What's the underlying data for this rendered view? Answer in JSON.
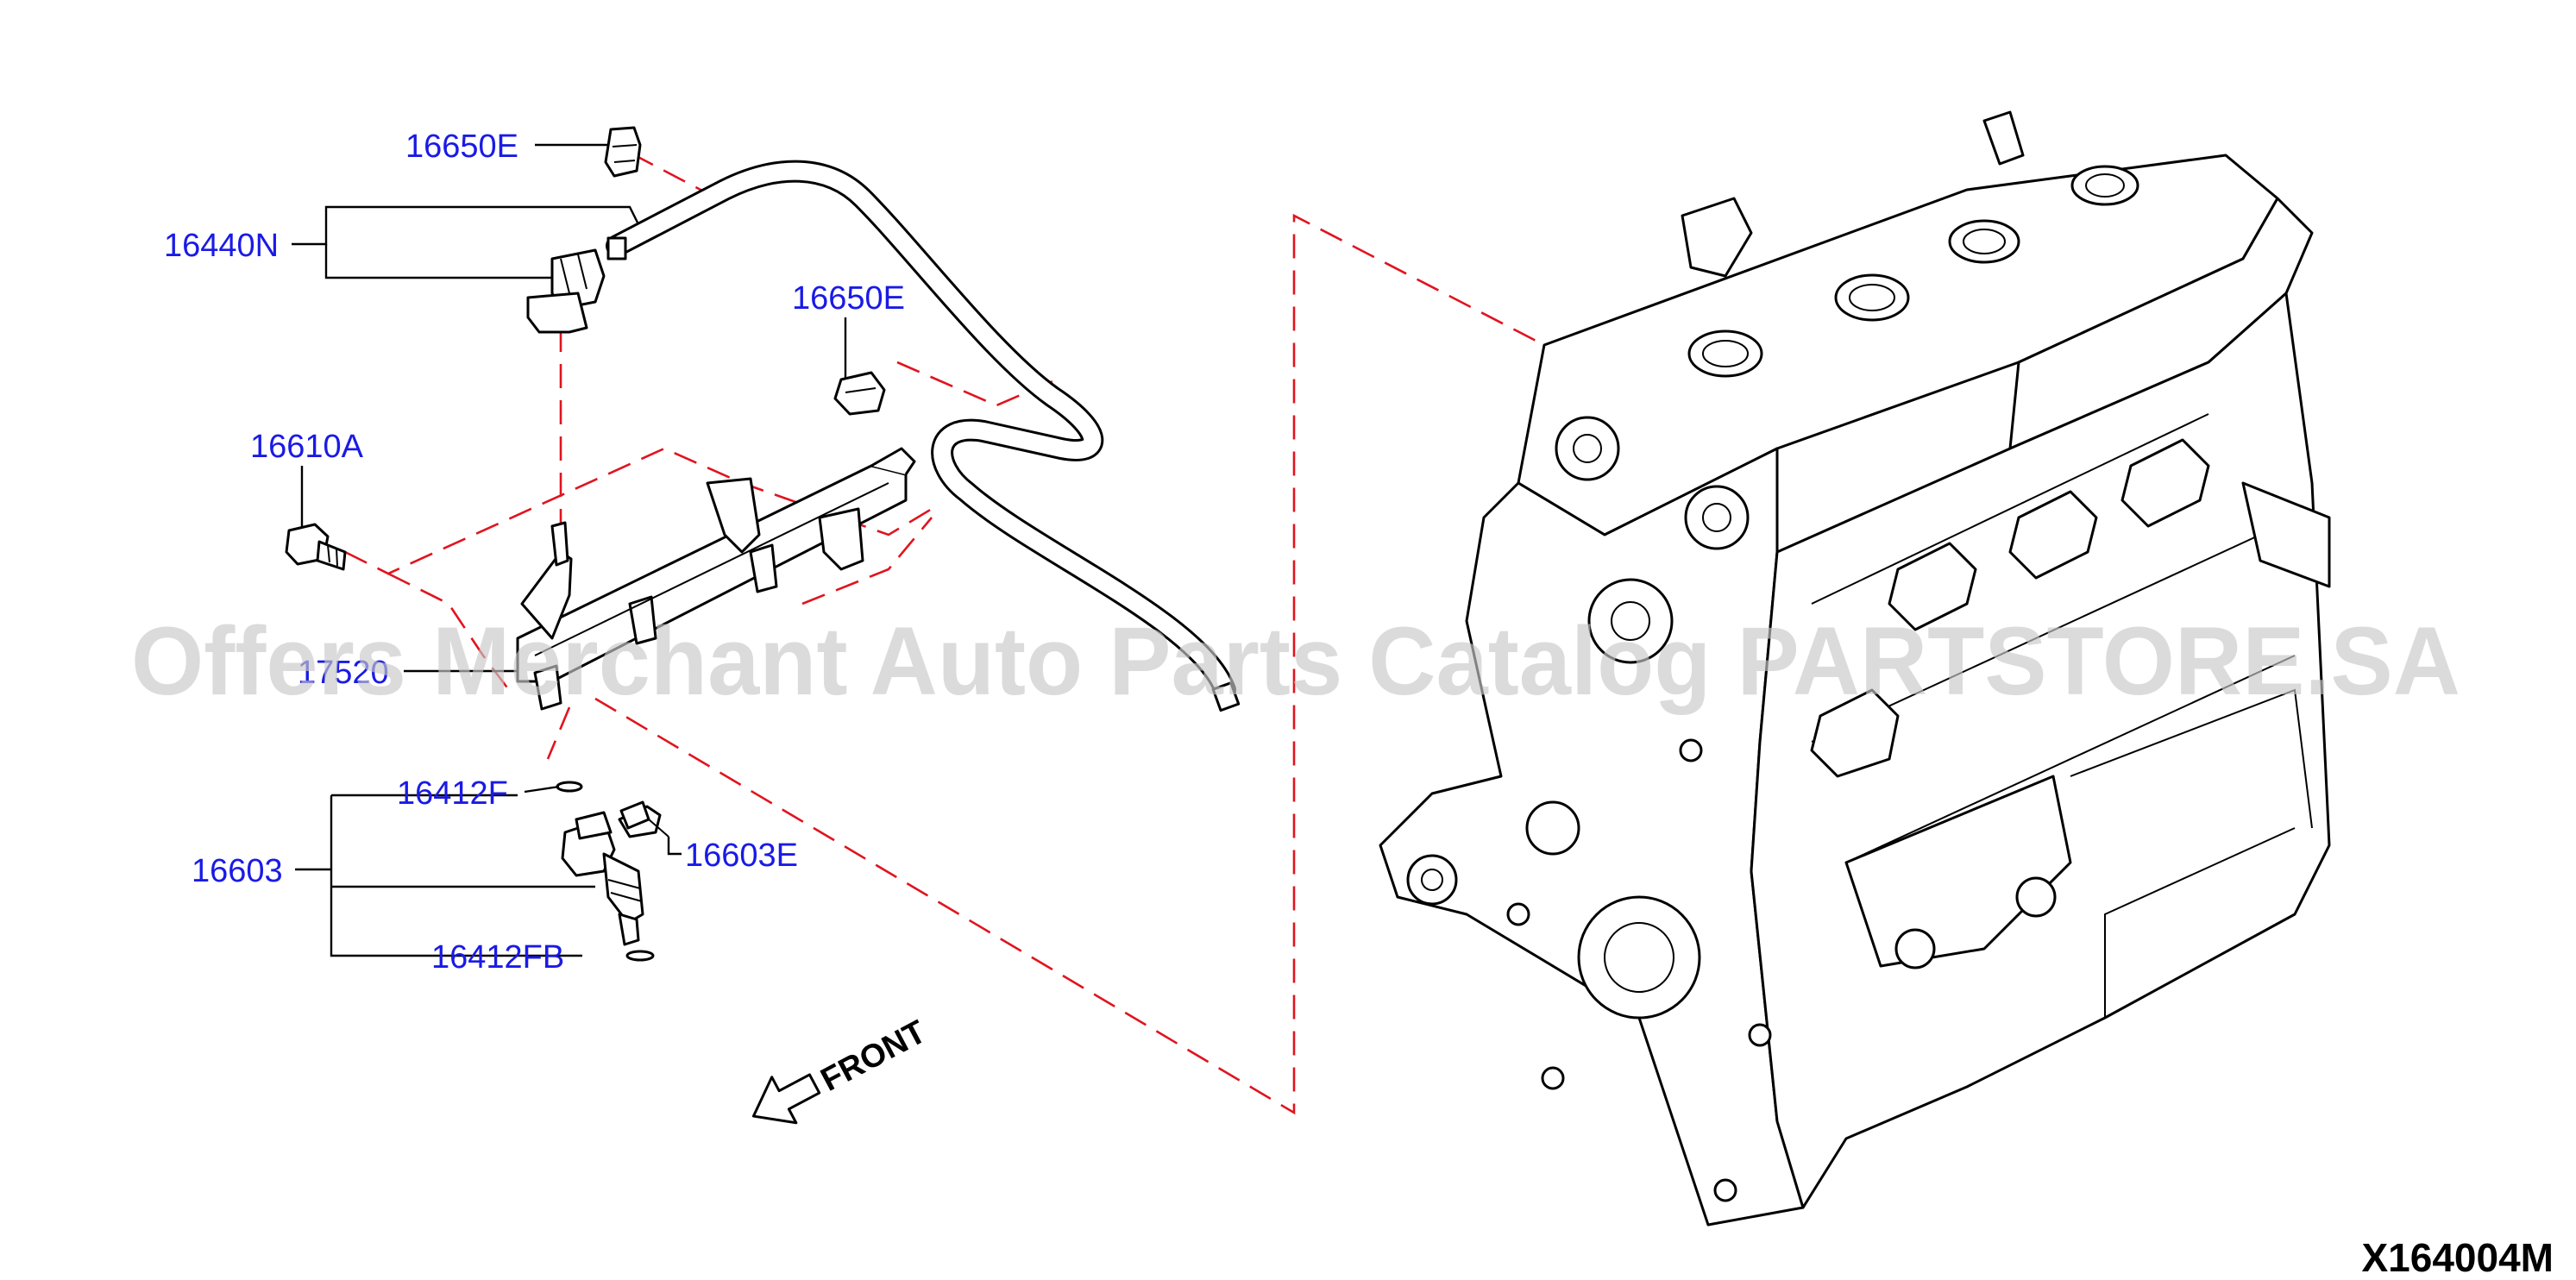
{
  "diagram": {
    "part_labels": [
      {
        "id": "p1",
        "text": "16650E"
      },
      {
        "id": "p2",
        "text": "16440N"
      },
      {
        "id": "p3",
        "text": "16650E"
      },
      {
        "id": "p4",
        "text": "16610A"
      },
      {
        "id": "p5",
        "text": "17520"
      },
      {
        "id": "p6",
        "text": "16412F"
      },
      {
        "id": "p7",
        "text": "16603E"
      },
      {
        "id": "p8",
        "text": "16603"
      },
      {
        "id": "p9",
        "text": "16412FB"
      }
    ],
    "front_label": "FRONT",
    "diagram_code": "X164004M",
    "watermark": "Offers Merchant Auto Parts Catalog PARTSTORE.SA",
    "colors": {
      "label": "#1a1ae6",
      "guide_dash": "#e0141e",
      "line": "#000000",
      "watermark": "#c8c8c8"
    }
  }
}
